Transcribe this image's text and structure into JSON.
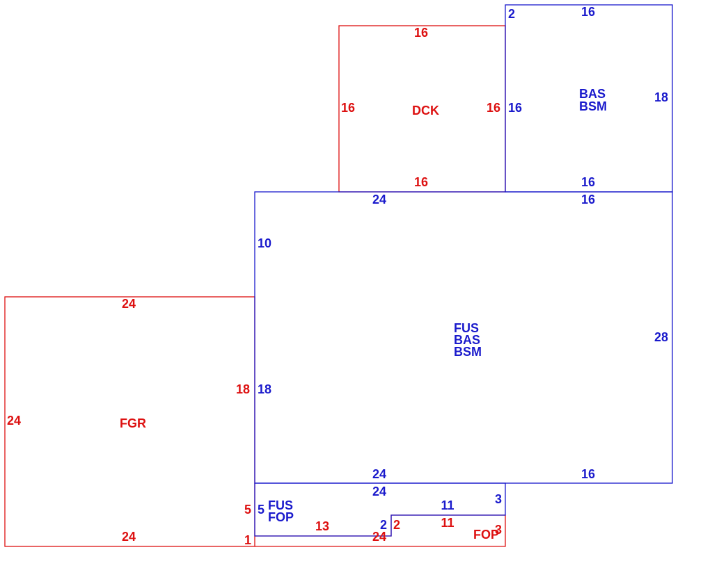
{
  "colors": {
    "blue": "#1a1acc",
    "red": "#dd1111"
  },
  "areas": {
    "bas_top": {
      "color": "blue",
      "lines": [
        "BAS",
        "BSM"
      ]
    },
    "dck": {
      "color": "red",
      "lines": [
        "DCK"
      ]
    },
    "main": {
      "color": "blue",
      "lines": [
        "FUS",
        "BAS",
        "BSM"
      ]
    },
    "fgr": {
      "color": "red",
      "lines": [
        "FGR"
      ]
    },
    "fus_fop": {
      "color": "blue",
      "lines": [
        "FUS",
        "FOP"
      ]
    },
    "fop": {
      "color": "red",
      "lines": [
        "FOP"
      ]
    }
  },
  "dimensions": {
    "bas_top_notch": "2",
    "bas_top_top": "16",
    "bas_top_right": "18",
    "bas_top_left": "16",
    "bas_top_bottom": "16",
    "dck_top": "16",
    "dck_left": "16",
    "dck_right": "16",
    "dck_bottom": "16",
    "main_top_left": "24",
    "main_top_right": "16",
    "main_left_upper": "10",
    "main_left_lower": "18",
    "main_right": "28",
    "main_bottom_left": "24",
    "main_bottom_right": "16",
    "fgr_top": "24",
    "fgr_left": "24",
    "fgr_right": "18",
    "fgr_bottom": "24",
    "fusfop_top": "24",
    "fusfop_left": "5",
    "fusfop_step_top": "11",
    "fusfop_right": "3",
    "fusfop_step_left": "2",
    "fgr_fop_joint": "5",
    "fop_left_notch": "1",
    "fop_inner_bottom": "13",
    "fop_bottom": "24",
    "fop_step_left": "2",
    "fop_top": "11",
    "fop_right": "3"
  }
}
